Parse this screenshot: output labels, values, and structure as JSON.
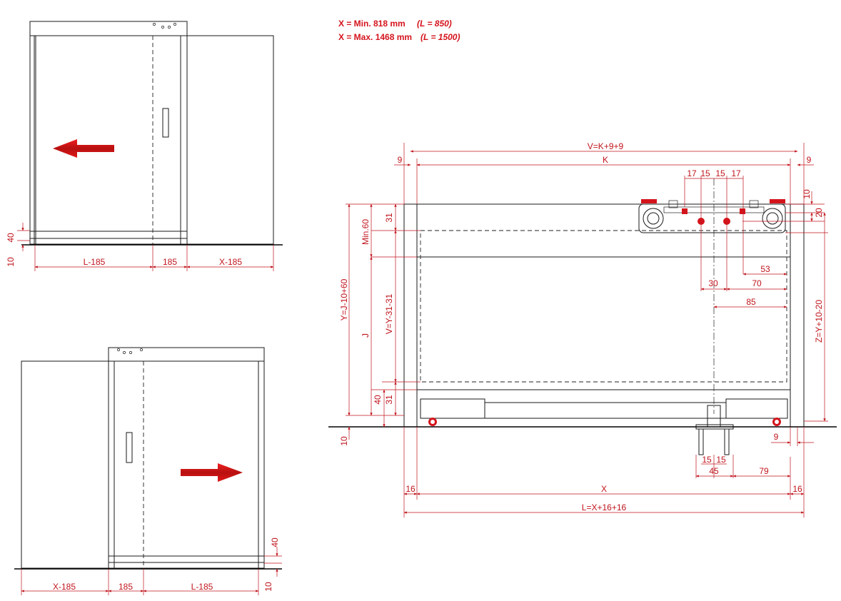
{
  "spec": {
    "min_label": "X = Min. 818 mm",
    "min_note": "(L = 850)",
    "max_label": "X = Max. 1468 mm",
    "max_note": "(L = 1500)"
  },
  "top_left": {
    "dims": {
      "l": "L-185",
      "mid": "185",
      "x": "X-185",
      "h40": "40",
      "h10": "10"
    }
  },
  "bottom_left": {
    "dims": {
      "x": "X-185",
      "mid": "185",
      "l": "L-185",
      "h40": "40",
      "h10": "10"
    }
  },
  "main": {
    "dims": {
      "v": "V=K+9+9",
      "k": "K",
      "nine_left": "9",
      "nine_right": "9",
      "n17a": "17",
      "n15a": "15",
      "n15b": "15",
      "n17b": "17",
      "ten_top": "10",
      "twenty": "20",
      "n31_top": "31",
      "min60": "Min.60",
      "y_left": "Y=J-10+60",
      "j": "J",
      "v_y": "V=Y-31-31",
      "n53": "53",
      "n30": "30",
      "n70": "70",
      "n85": "85",
      "z": "Z=Y+10-20",
      "n40": "40",
      "n31_bot": "31",
      "ten_floor": "10",
      "nine_floor": "9",
      "n15c": "15",
      "n15d": "15",
      "n45": "45",
      "n79": "79",
      "n16_left": "16",
      "x": "X",
      "n16_right": "16",
      "l": "L=X+16+16"
    }
  },
  "colors": {
    "dimension": "#c0141c",
    "arrow": "#d0141c",
    "line": "#1a1a1a"
  }
}
